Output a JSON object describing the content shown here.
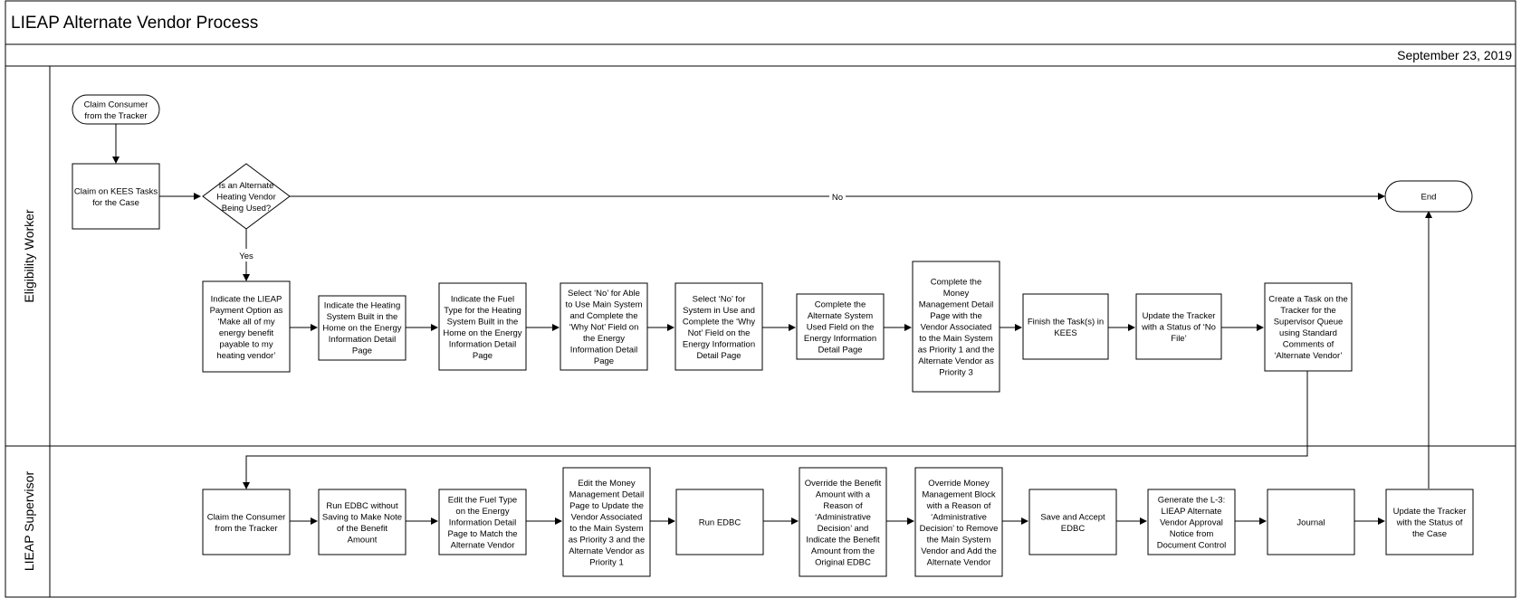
{
  "header": {
    "title": "LIEAP Alternate Vendor Process",
    "date": "September 23, 2019"
  },
  "lanes": {
    "worker": "Eligibility Worker",
    "supervisor": "LIEAP Supervisor"
  },
  "nodes": {
    "start": "Claim Consumer\nfrom the Tracker",
    "claim_tasks": "Claim on KEES Tasks\nfor the Case",
    "decision": "Is an Alternate\nHeating Vendor\nBeing Used?",
    "end": "End",
    "w1": "Indicate the LIEAP\nPayment Option as\n‘Make all of my\nenergy benefit\npayable to my\nheating vendor’",
    "w2": "Indicate the Heating\nSystem Built in the\nHome on the Energy\nInformation Detail\nPage",
    "w3": "Indicate the Fuel\nType for the Heating\nSystem Built in the\nHome on the Energy\nInformation Detail\nPage",
    "w4": "Select ‘No’ for Able\nto Use Main System\nand Complete the\n‘Why Not’ Field  on\nthe Energy\nInformation Detail\nPage",
    "w5": "Select ‘No’ for\nSystem in Use and\nComplete the ‘Why\nNot’ Field on the\nEnergy Information\nDetail Page",
    "w6": "Complete the\nAlternate System\nUsed Field on the\nEnergy Information\nDetail Page",
    "w7": "Complete the\nMoney\nManagement Detail\nPage with the\nVendor Associated\nto the Main System\nas Priority 1 and the\nAlternate Vendor as\nPriority 3",
    "w8": "Finish the Task(s) in\nKEES",
    "w9": "Update the Tracker\nwith a Status of ‘No\nFile’",
    "w10": "Create a Task on the\nTracker for the\nSupervisor Queue\nusing Standard\nComments of\n‘Alternate Vendor’",
    "s1": "Claim the Consumer\nfrom the Tracker",
    "s2": "Run EDBC without\nSaving to Make Note\nof the Benefit\nAmount",
    "s3": "Edit the Fuel Type\non the Energy\nInformation Detail\nPage to Match the\nAlternate Vendor",
    "s4": "Edit the Money\nManagement Detail\nPage to Update the\nVendor Associated\nto the Main System\nas Priority 3 and the\nAlternate Vendor as\nPriority 1",
    "s5": "Run EDBC",
    "s6": "Override the Benefit\nAmount with a\nReason of\n‘Administrative\nDecision’ and\nIndicate the Benefit\nAmount from the\nOriginal EDBC",
    "s7": "Override Money\nManagement Block\nwith a Reason of\n‘Administrative\nDecision’ to Remove\nthe Main System\nVendor and Add the\nAlternate Vendor",
    "s8": "Save and Accept\nEDBC",
    "s9": "Generate the L-3:\nLIEAP Alternate\nVendor Approval\nNotice from\nDocument Control",
    "s10": "Journal",
    "s11": "Update the Tracker\nwith the Status of\nthe Case"
  },
  "edge_labels": {
    "no": "No",
    "yes": "Yes"
  }
}
